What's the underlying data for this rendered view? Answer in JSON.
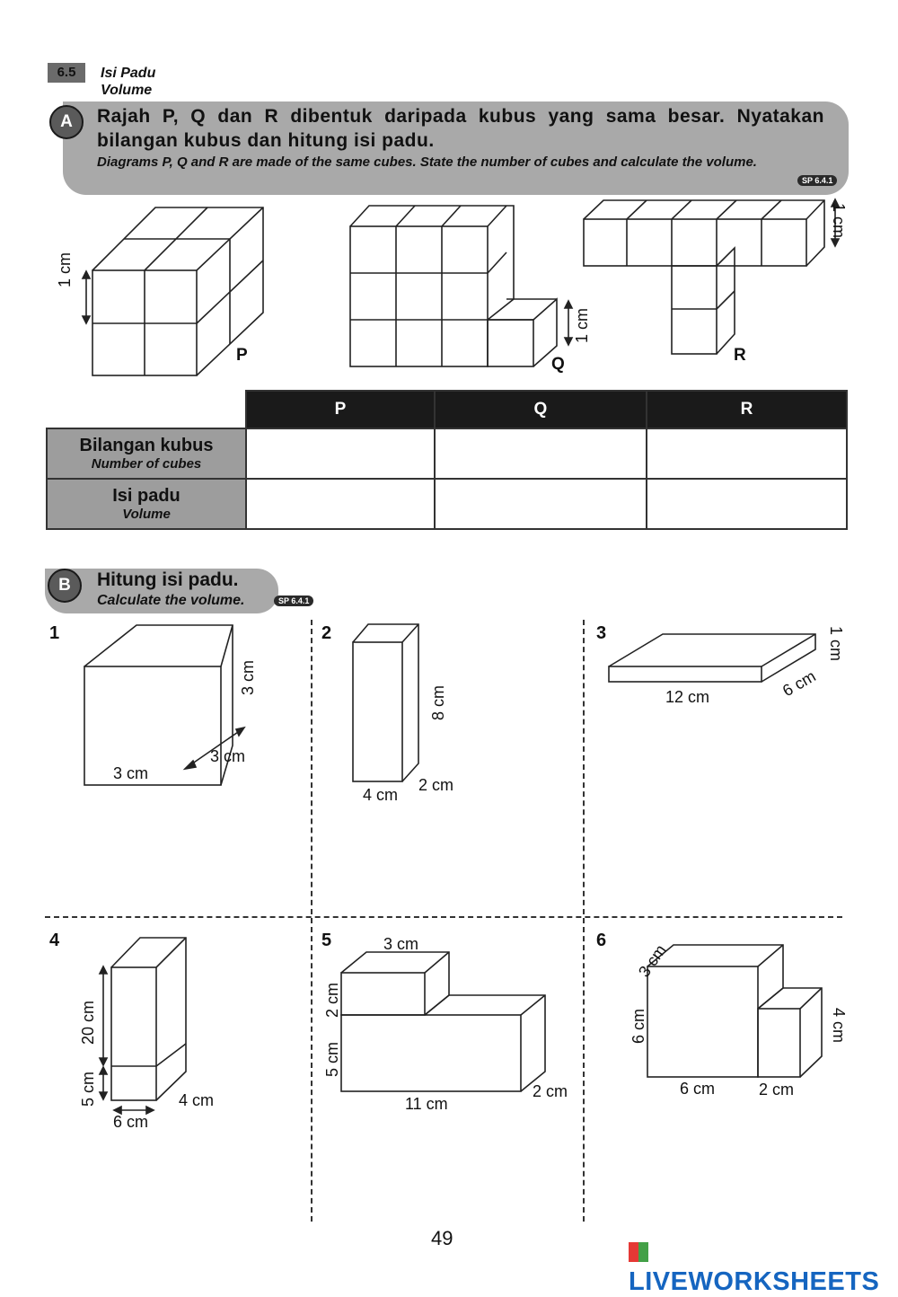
{
  "section": {
    "number": "6.5",
    "title_ms": "Isi Padu",
    "title_en": "Volume"
  },
  "partA": {
    "letter": "A",
    "text_ms": "Rajah P, Q dan R dibentuk daripada kubus yang sama besar. Nyatakan bilangan kubus dan hitung isi padu.",
    "text_en": "Diagrams P, Q and R are made of the same cubes. State the number of cubes and calculate the volume.",
    "badge": "SP 6.4.1",
    "diagrams": {
      "p_label": "P",
      "q_label": "Q",
      "r_label": "R",
      "unit_label": "1 cm"
    },
    "table": {
      "columns": [
        "P",
        "Q",
        "R"
      ],
      "rows": [
        {
          "label_ms": "Bilangan kubus",
          "label_en": "Number of cubes"
        },
        {
          "label_ms": "Isi padu",
          "label_en": "Volume"
        }
      ]
    }
  },
  "partB": {
    "letter": "B",
    "text_ms": "Hitung isi padu.",
    "text_en": "Calculate the volume.",
    "badge": "SP 6.4.1",
    "q1": {
      "num": "1",
      "h": "3 cm",
      "d": "3 cm",
      "w": "3 cm"
    },
    "q2": {
      "num": "2",
      "h": "8 cm",
      "d": "2 cm",
      "w": "4 cm"
    },
    "q3": {
      "num": "3",
      "h": "1 cm",
      "d": "6 cm",
      "w": "12 cm"
    },
    "q4": {
      "num": "4",
      "h1": "20 cm",
      "h2": "5 cm",
      "d": "4 cm",
      "w": "6 cm"
    },
    "q5": {
      "num": "5",
      "top_w": "3 cm",
      "h_top": "2 cm",
      "h_bottom": "5 cm",
      "w": "11 cm",
      "d": "2 cm"
    },
    "q6": {
      "num": "6",
      "top_d": "3 cm",
      "h_left": "6 cm",
      "h_right": "4 cm",
      "w_left": "6 cm",
      "w_right": "2 cm"
    }
  },
  "page_number": "49",
  "footer_brand": "LIVEWORKSHEETS"
}
